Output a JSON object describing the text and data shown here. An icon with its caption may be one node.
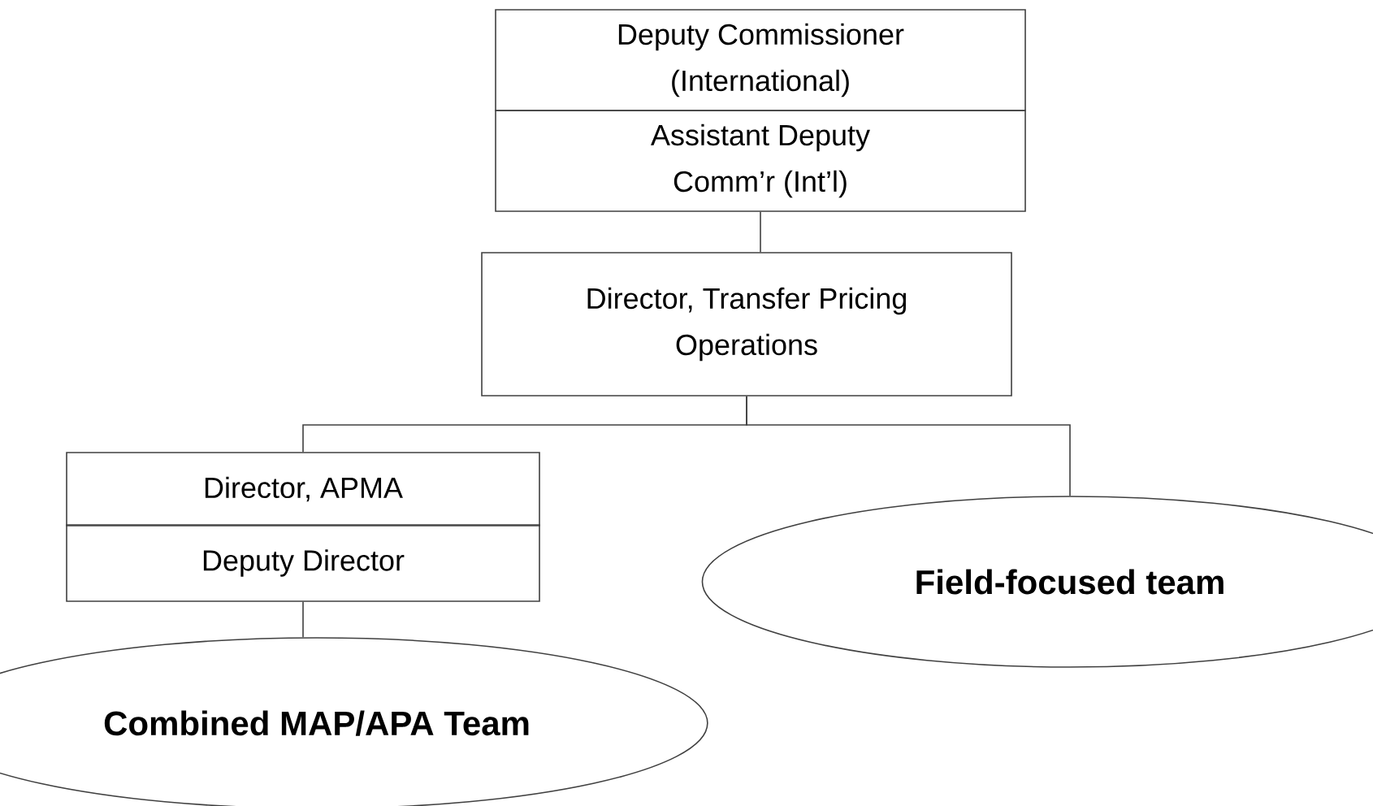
{
  "diagram": {
    "nodes": [
      {
        "text": [
          "Deputy Commissioner (International)"
        ]
      },
      {
        "text": [
          "Assistant Deputy Comm’r (Int’l)"
        ]
      },
      {
        "text": [
          "Director, Transfer Pricing Operations"
        ]
      },
      {
        "text": [
          "Director, APMA"
        ]
      },
      {
        "text": [
          "Deputy Director"
        ]
      },
      {
        "text": [
          "Field-focused team"
        ]
      },
      {
        "text": [
          "Combined MAP/APA Team"
        ]
      }
    ],
    "edges": [
      {
        "from": 1,
        "to": 2,
        "arrow": "none"
      },
      {
        "from": 2,
        "to": 3,
        "arrow": "none"
      },
      {
        "from": 2,
        "to": 5,
        "arrow": "none"
      },
      {
        "from": 4,
        "to": 6,
        "arrow": "none"
      }
    ]
  }
}
